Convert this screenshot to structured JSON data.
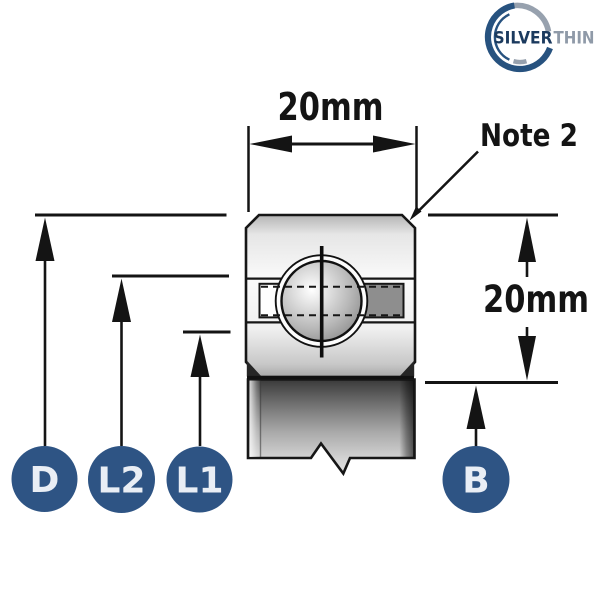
{
  "logo": {
    "brand_primary": "SILVER",
    "brand_secondary": "THIN",
    "navy": "#1b3a5e",
    "gray": "#8f9aa8"
  },
  "dimensions": {
    "width": {
      "label": "20mm"
    },
    "height": {
      "label": "20mm"
    },
    "note": {
      "label": "Note 2"
    }
  },
  "callouts": {
    "outer_diameter": "D",
    "land_2": "L2",
    "land_1": "L1",
    "bore": "B"
  },
  "colors": {
    "callout_blue": "#2e5484",
    "line_black": "#141414",
    "race_gray": "#8e8e8e",
    "metal_light": "#fafafa",
    "metal_dark": "#3c3c3c"
  }
}
